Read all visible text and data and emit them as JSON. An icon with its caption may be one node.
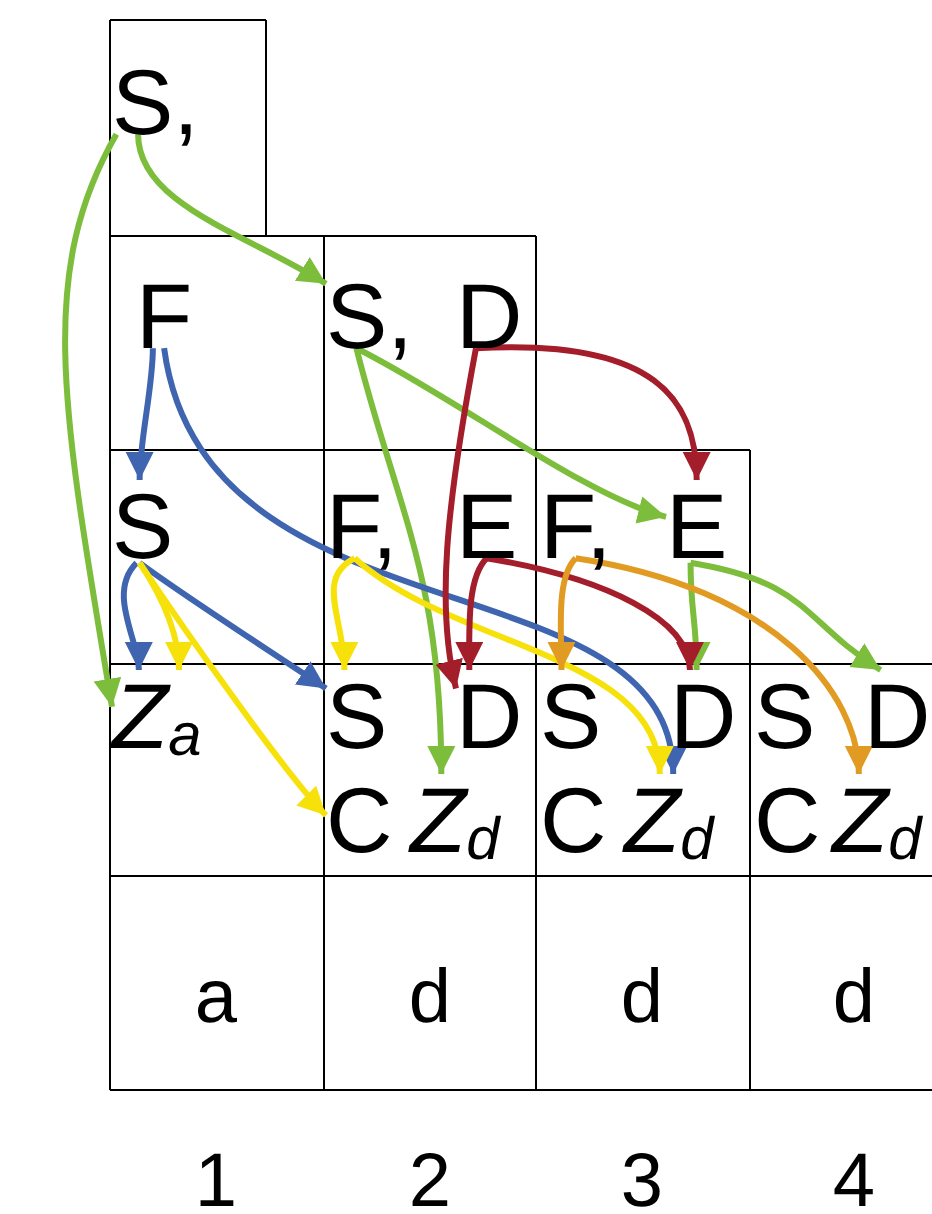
{
  "diagram": {
    "nodes": [
      {
        "text": [
          "S,"
        ]
      },
      {
        "text": [
          "F"
        ]
      },
      {
        "text": [
          "S,"
        ]
      },
      {
        "text": [
          "D"
        ]
      },
      {
        "text": [
          "S"
        ]
      },
      {
        "text": [
          "F,"
        ]
      },
      {
        "text": [
          "E"
        ]
      },
      {
        "text": [
          "F,"
        ]
      },
      {
        "text": [
          "E"
        ]
      },
      {
        "text": [
          "Z$_{a}$"
        ]
      },
      {
        "text": [
          "S"
        ]
      },
      {
        "text": [
          "D"
        ]
      },
      {
        "text": [
          "S"
        ]
      },
      {
        "text": [
          "D"
        ]
      },
      {
        "text": [
          "S"
        ]
      },
      {
        "text": [
          "D"
        ]
      },
      {
        "text": [
          "C"
        ]
      },
      {
        "text": [
          "Z$_{d}$"
        ]
      },
      {
        "text": [
          "C"
        ]
      },
      {
        "text": [
          "Z$_{d}$"
        ]
      },
      {
        "text": [
          "C"
        ]
      },
      {
        "text": [
          "Z$_{d}$"
        ]
      }
    ],
    "edges": [
      {
        "from": 0,
        "to": 9,
        "arrow": "to"
      },
      {
        "from": 0,
        "to": 2,
        "arrow": "to"
      },
      {
        "from": 2,
        "to": 17,
        "arrow": "to"
      },
      {
        "from": 2,
        "to": 8,
        "arrow": "to"
      },
      {
        "from": 8,
        "to": 13,
        "arrow": "to"
      },
      {
        "from": 8,
        "to": 15,
        "arrow": "to"
      },
      {
        "from": 1,
        "to": 4,
        "arrow": "to",
        "color": "#3f64b0"
      },
      {
        "from": 1,
        "to": 19,
        "arrow": "to",
        "color": "#3f64b0"
      },
      {
        "from": 4,
        "to": 9,
        "arrow": "to",
        "color": "#3f64b0"
      },
      {
        "from": 4,
        "to": 10,
        "arrow": "to",
        "color": "#3f64b0"
      },
      {
        "from": 4,
        "to": 9,
        "arrow": "to",
        "color": "#f7e10b"
      },
      {
        "from": 4,
        "to": 16,
        "arrow": "to",
        "color": "#f7e10b"
      },
      {
        "from": 5,
        "to": 10,
        "arrow": "to",
        "color": "#f7e10b"
      },
      {
        "from": 5,
        "to": 19,
        "arrow": "to",
        "color": "#f7e10b"
      },
      {
        "from": 3,
        "to": 8,
        "arrow": "to",
        "color": "#a31d2a"
      },
      {
        "from": 3,
        "to": 11,
        "arrow": "to",
        "color": "#a31d2a"
      },
      {
        "from": 6,
        "to": 11,
        "arrow": "to",
        "color": "#a31d2a"
      },
      {
        "from": 6,
        "to": 13,
        "arrow": "to",
        "color": "#a31d2a"
      },
      {
        "from": 7,
        "to": 12,
        "arrow": "to",
        "color": "#e19b22"
      },
      {
        "from": 7,
        "to": 21,
        "arrow": "to",
        "color": "#e19b22"
      }
    ],
    "labels": [
      "a",
      "d",
      "d",
      "d",
      "1",
      "2",
      "3",
      "4"
    ]
  }
}
